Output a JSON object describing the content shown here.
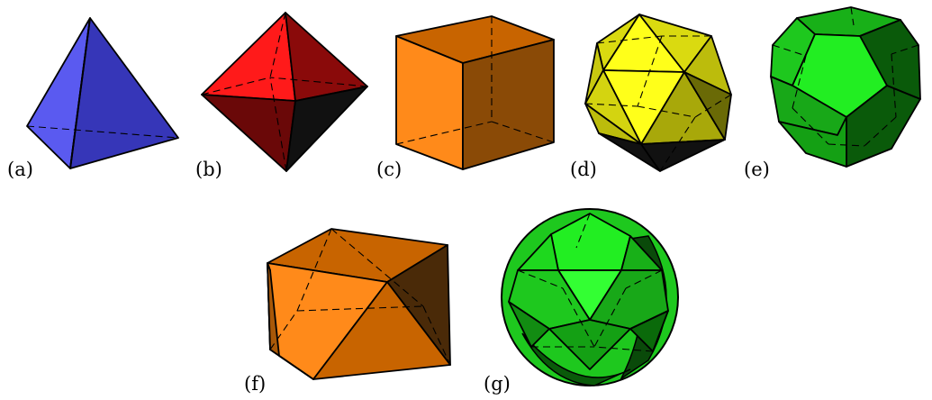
{
  "figure": {
    "solids": [
      {
        "id": "a",
        "label": "(a)",
        "color": "#5a5af0"
      },
      {
        "id": "b",
        "label": "(b)",
        "color": "#ff1a1a"
      },
      {
        "id": "c",
        "label": "(c)",
        "color": "#ff8a1a"
      },
      {
        "id": "d",
        "label": "(d)",
        "color": "#ffff1a"
      },
      {
        "id": "e",
        "label": "(e)",
        "color": "#22dd22"
      },
      {
        "id": "f",
        "label": "(f)",
        "color": "#ff8a1a"
      },
      {
        "id": "g",
        "label": "(g)",
        "color": "#22dd22"
      }
    ]
  }
}
